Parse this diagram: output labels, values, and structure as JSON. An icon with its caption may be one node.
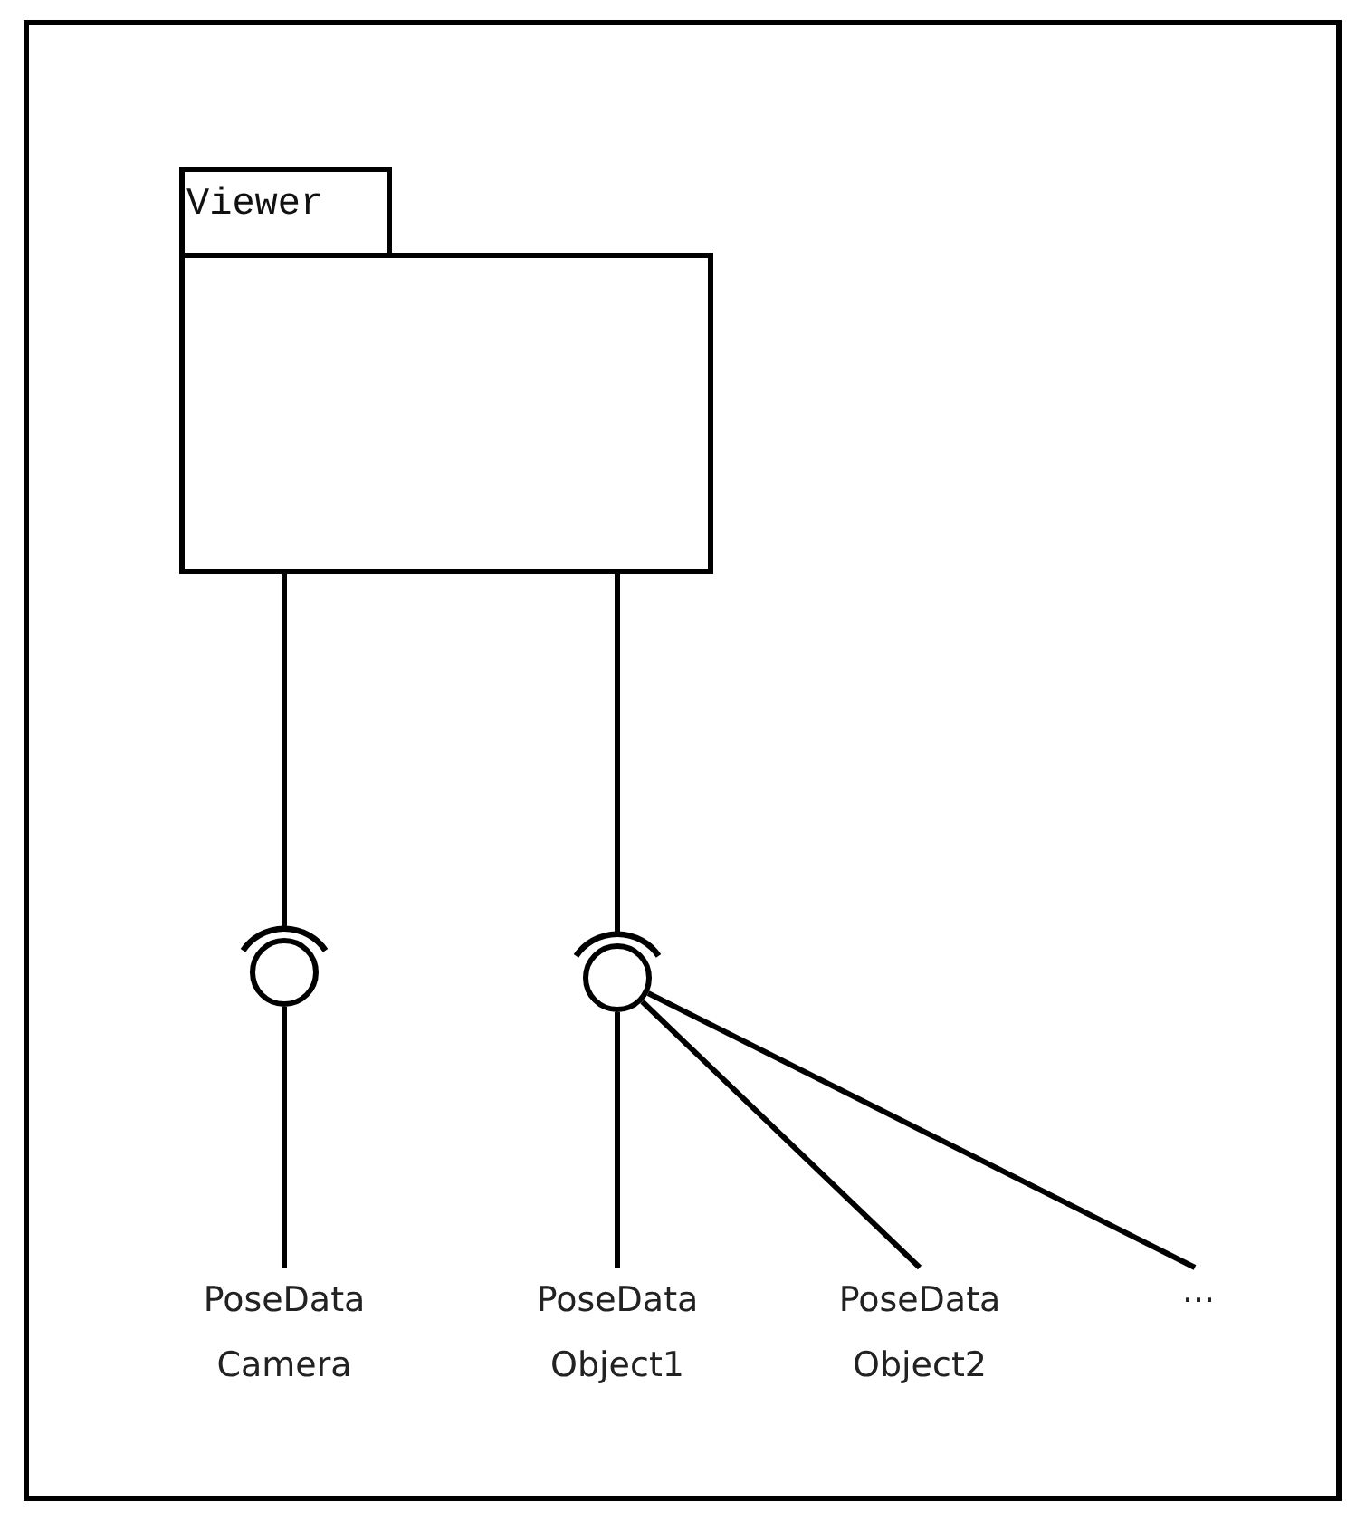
{
  "diagram": {
    "nodes": [
      {
        "text": [
          "Viewer"
        ]
      },
      {
        "text": [],
        "shape": "circle"
      },
      {
        "text": [],
        "shape": "circle"
      },
      {
        "text": [
          "PoseData Camera"
        ]
      },
      {
        "text": [
          "PoseData Object1"
        ]
      },
      {
        "text": [
          "PoseData Object2"
        ]
      },
      {
        "text": [
          "..."
        ]
      }
    ],
    "edges": [
      {
        "from": 0,
        "to": 1,
        "arrow": "other"
      },
      {
        "from": 3,
        "to": 1,
        "arrow": "none"
      },
      {
        "from": 0,
        "to": 2,
        "arrow": "other"
      },
      {
        "from": 4,
        "to": 2,
        "arrow": "none"
      },
      {
        "from": 5,
        "to": 2,
        "arrow": "none"
      },
      {
        "from": 6,
        "to": 2,
        "arrow": "none"
      }
    ]
  }
}
